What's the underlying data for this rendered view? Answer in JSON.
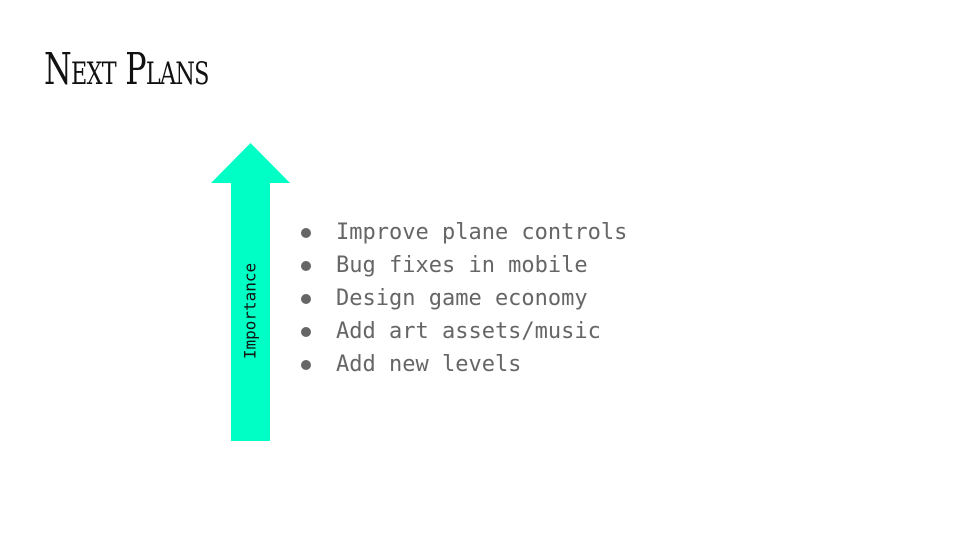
{
  "slide": {
    "title": "Next Plans"
  },
  "importance_arrow": {
    "label": "Importance",
    "color": "#00ffc4"
  },
  "plans": [
    "Improve plane controls",
    "Bug fixes in mobile",
    "Design game economy",
    "Add art assets/music",
    "Add new levels"
  ]
}
